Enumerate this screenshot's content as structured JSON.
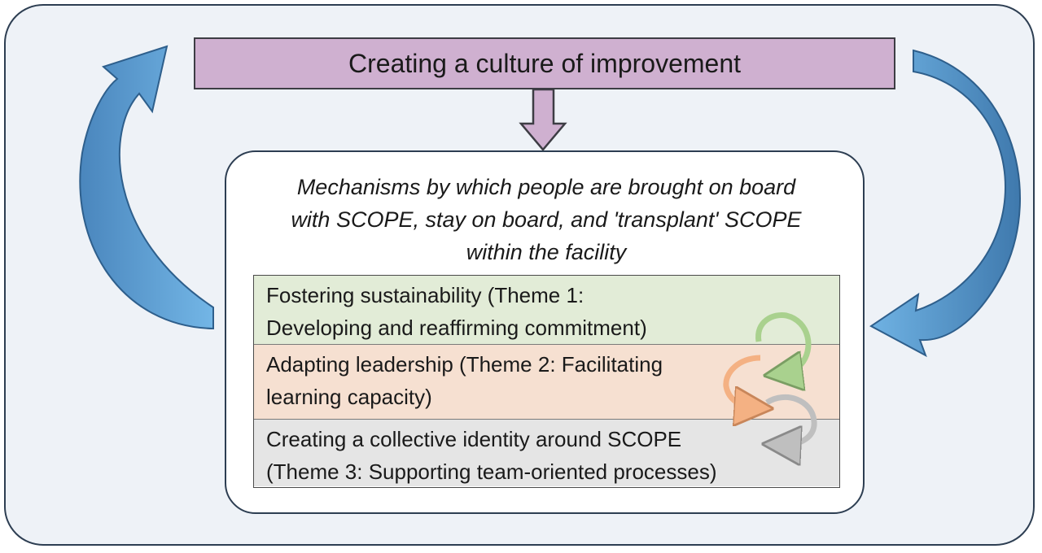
{
  "banner": {
    "title": "Creating a culture of improvement"
  },
  "mechanisms": {
    "lines": [
      "Mechanisms by which people are brought on board",
      "with SCOPE, stay on board, and 'transplant' SCOPE",
      "within the facility"
    ]
  },
  "themes": [
    {
      "lines": [
        "Fostering sustainability (Theme 1:",
        "Developing and reaffirming commitment)"
      ],
      "color": "#e2ecd7",
      "arrow_color": "#a9d18e"
    },
    {
      "lines": [
        "Adapting leadership (Theme 2: Facilitating",
        "learning capacity)"
      ],
      "color": "#f6e0d1",
      "arrow_color": "#f4b183"
    },
    {
      "lines": [
        "Creating a collective identity around SCOPE",
        "(Theme 3: Supporting team-oriented processes)"
      ],
      "color": "#e5e5e5",
      "arrow_color": "#bfbfbf"
    }
  ],
  "colors": {
    "frame_bg": "#eef2f7",
    "frame_border": "#2d3e52",
    "banner_fill": "#cfb0d0",
    "big_arrow_fill": "#5a9fd4",
    "big_arrow_border": "#2e5f8c"
  },
  "icons": {
    "left_cycle_arrow": "curved-arrow-up-icon",
    "right_cycle_arrow": "curved-arrow-left-icon",
    "down_arrow": "down-arrow-icon"
  }
}
